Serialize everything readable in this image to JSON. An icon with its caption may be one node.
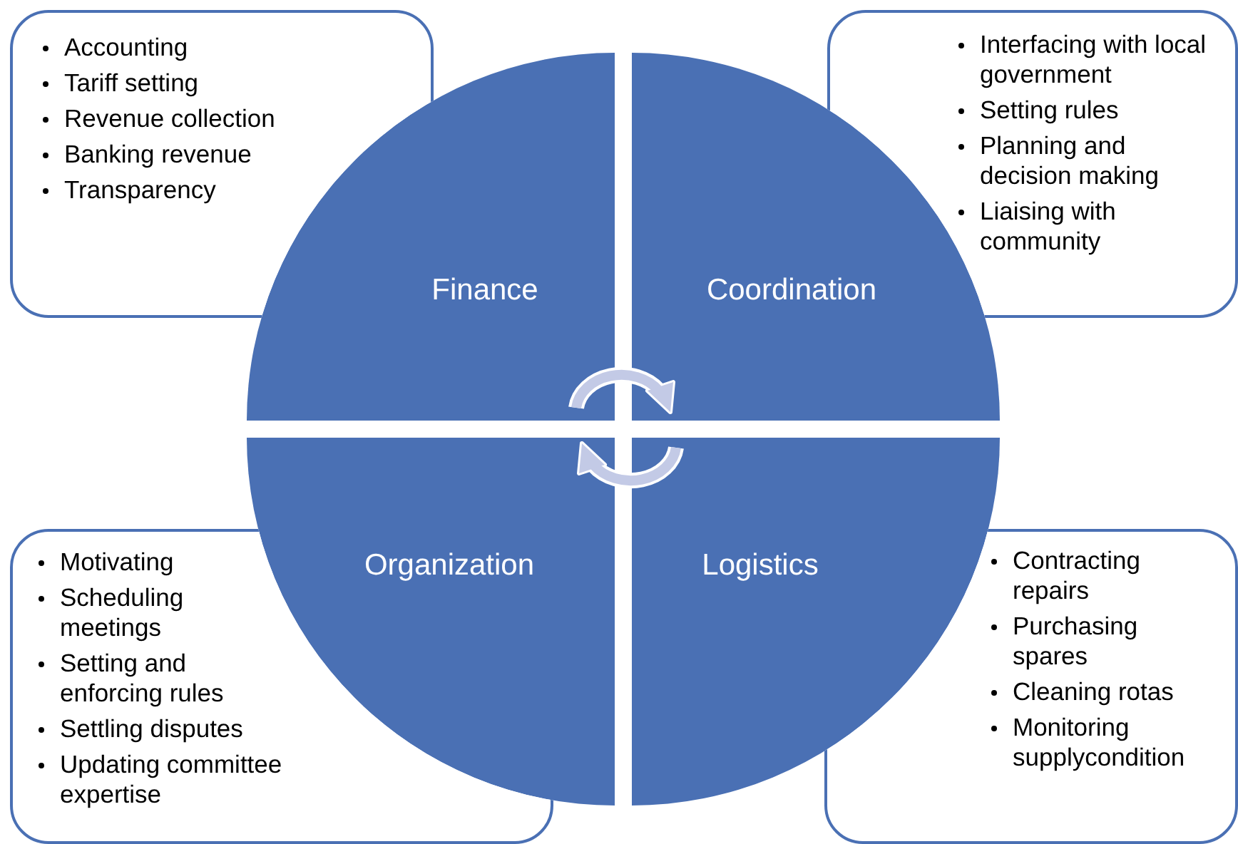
{
  "diagram": {
    "nodes": [
      {
        "text": [
          "Accounting",
          "Tariff setting",
          "Revenue collection",
          "Banking revenue",
          "Transparency"
        ]
      },
      {
        "text": [
          "Interfacing with local government",
          "Setting rules",
          "Planning and decision making",
          "Liaising with community"
        ]
      },
      {
        "text": [
          "Finance"
        ]
      },
      {
        "text": [
          "Coordination"
        ]
      },
      {
        "text": [
          "Organization"
        ]
      },
      {
        "text": [
          "Logistics"
        ]
      },
      {
        "text": [
          "Motivating",
          "Scheduling meetings",
          "Setting and enforcing rules",
          "Settling disputes",
          "Updating committee expertise"
        ]
      },
      {
        "text": [
          "Contracting repairs",
          "Purchasing spares",
          "Cleaning rotas",
          "Monitoring supplycondition"
        ]
      }
    ],
    "edges": [
      {
        "from": 2,
        "to": 3,
        "arrow": "to"
      },
      {
        "from": 5,
        "to": 4,
        "arrow": "to"
      }
    ]
  }
}
